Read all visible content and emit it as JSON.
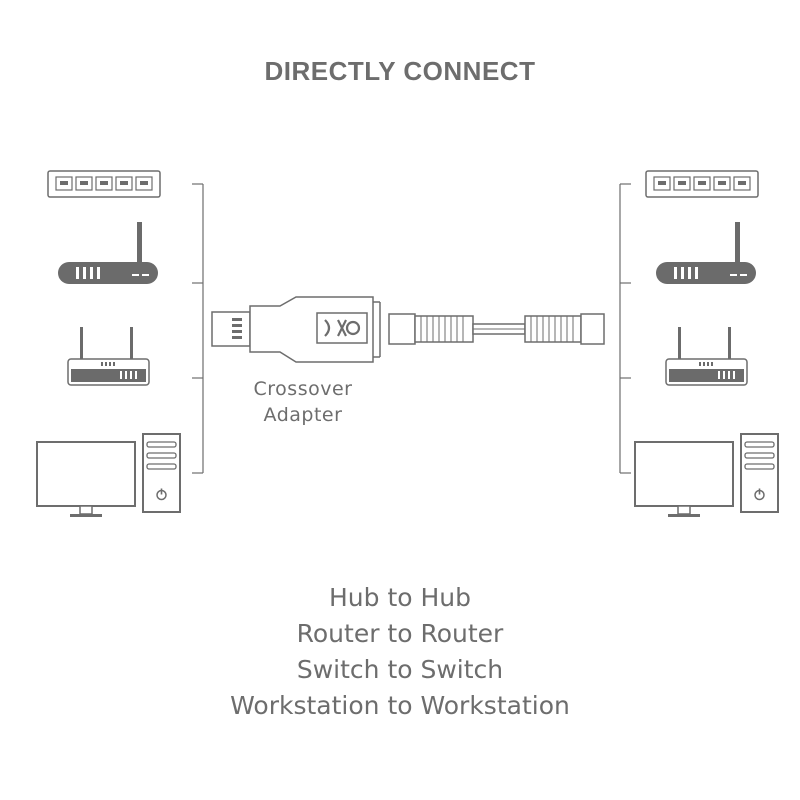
{
  "title": "DIRECTLY CONNECT",
  "adapter_label": [
    "Crossover",
    "Adapter"
  ],
  "use_cases": [
    "Hub to Hub",
    "Router to Router",
    "Switch to Switch",
    "Workstation to Workstation"
  ],
  "device_icons": [
    "switch-icon",
    "router-icon",
    "wireless-router-icon",
    "computer-icon"
  ],
  "colors": {
    "line": "#6d6d6d",
    "device_dark": "#6b6b6b",
    "text": "#6d6d6d"
  }
}
